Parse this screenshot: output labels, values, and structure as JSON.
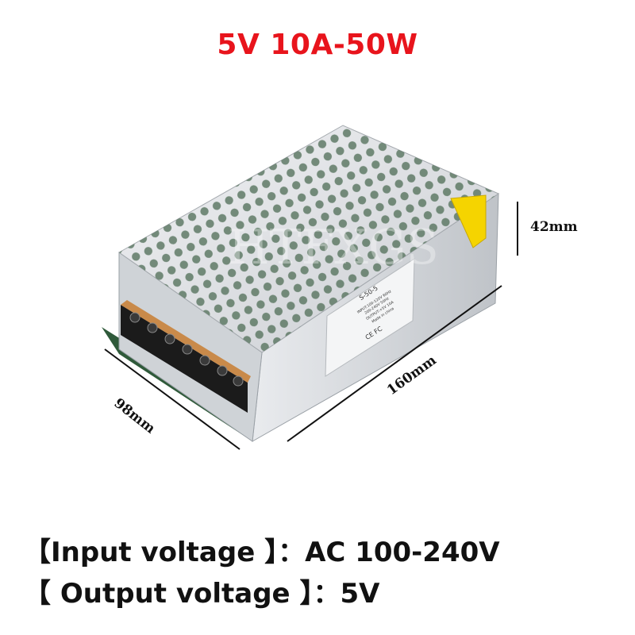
{
  "title": "5V 10A-50W",
  "dimensions": {
    "height": "42mm",
    "width": "98mm",
    "length": "160mm"
  },
  "label": {
    "model": "S-50-5",
    "input_line1": "INPUT:100-120V 60Hz",
    "input_line2": "200-240V 50Hz",
    "output": "OUTPUT:+5V 10A",
    "origin": "Made in china",
    "marks": "CE FC"
  },
  "watermark": "HTFXGS",
  "specs": [
    {
      "bracket_open": "【",
      "name": "Input voltage ",
      "bracket_close": "】",
      "sep": "：",
      "value": "AC 100-240V"
    },
    {
      "bracket_open": "【 ",
      "name": "Output voltage ",
      "bracket_close": "】",
      "sep": "：",
      "value": "5V"
    }
  ],
  "colors": {
    "title": "#e8141c",
    "metal": "#d9dcdf",
    "terminal": "#c98a4a",
    "sticker": "#f5d400"
  }
}
